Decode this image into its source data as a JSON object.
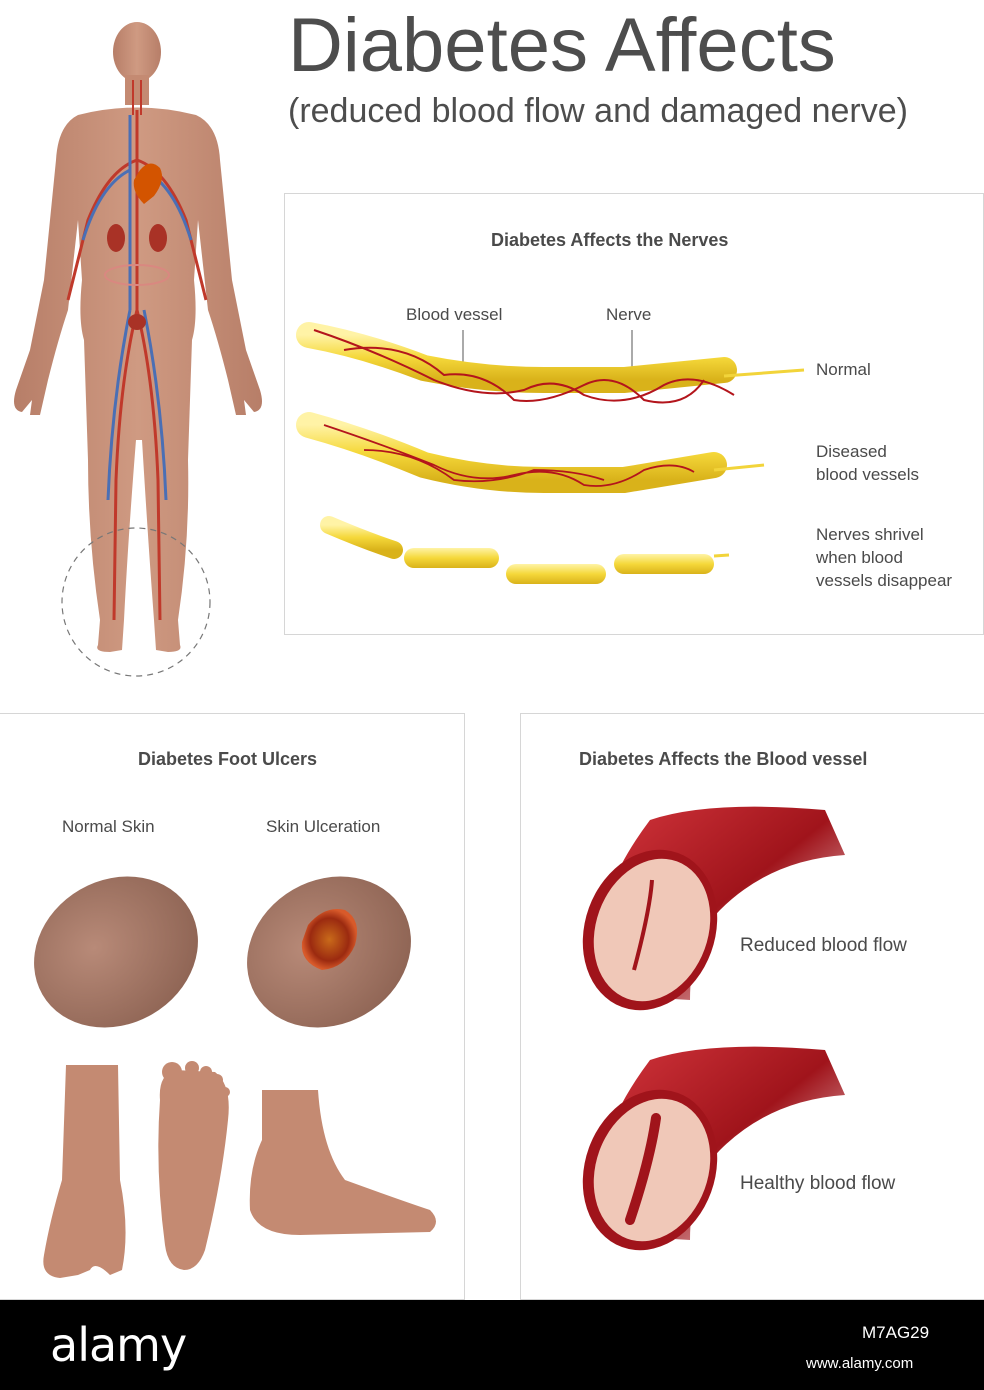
{
  "header": {
    "title": "Diabetes Affects",
    "subtitle": "(reduced blood flow and damaged nerve)"
  },
  "nerves_panel": {
    "title": "Diabetes Affects the Nerves",
    "callout_blood_vessel": "Blood vessel",
    "callout_nerve": "Nerve",
    "label_normal": "Normal",
    "label_diseased_line1": "Diseased",
    "label_diseased_line2": "blood vessels",
    "label_shrivel_line1": "Nerves shrivel",
    "label_shrivel_line2": "when blood",
    "label_shrivel_line3": "vessels disappear"
  },
  "foot_panel": {
    "title": "Diabetes Foot Ulcers",
    "label_normal_skin": "Normal Skin",
    "label_skin_ulceration": "Skin Ulceration"
  },
  "vessel_panel": {
    "title": "Diabetes Affects the Blood vessel",
    "label_reduced": "Reduced blood flow",
    "label_healthy": "Healthy blood flow"
  },
  "footer": {
    "brand": "alamy",
    "image_code": "M7AG29",
    "url": "www.alamy.com"
  },
  "colors": {
    "skin": "#c48a72",
    "artery": "#c0392b",
    "vein": "#4a6fb5",
    "nerve": "#f2d43a",
    "vessel_red": "#b3151c"
  }
}
